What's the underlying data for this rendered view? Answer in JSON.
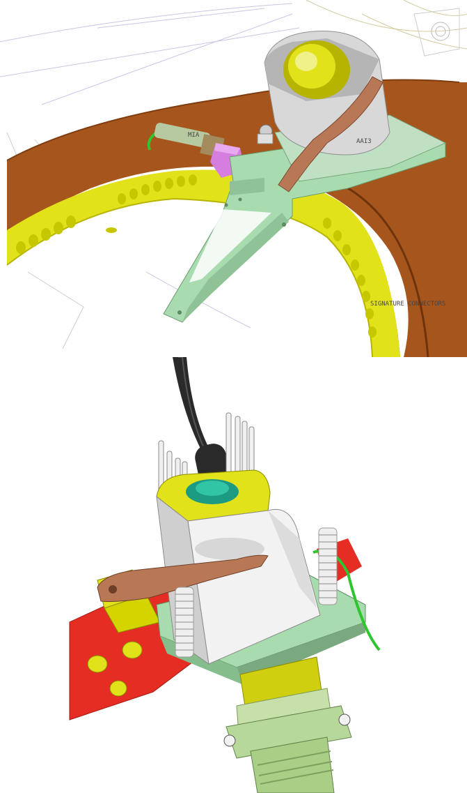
{
  "top_view": {
    "labels": {
      "connector_ref": "AAI3",
      "cable_ref": "MIA",
      "annotation": "SIGNATURE CONNECTORS"
    }
  },
  "bottom_view": {},
  "colors": {
    "ring_brown": "#a6551c",
    "ring_yellow": "#e2e21a",
    "bracket_green": "#a8dcae",
    "strap_copper": "#b97855",
    "housing_grey": "#d8d8d8",
    "connector_magenta": "#d67ee0",
    "plate_red": "#e52d24",
    "cable_black": "#2a2a2a",
    "nut_teal": "#1d9a82"
  }
}
